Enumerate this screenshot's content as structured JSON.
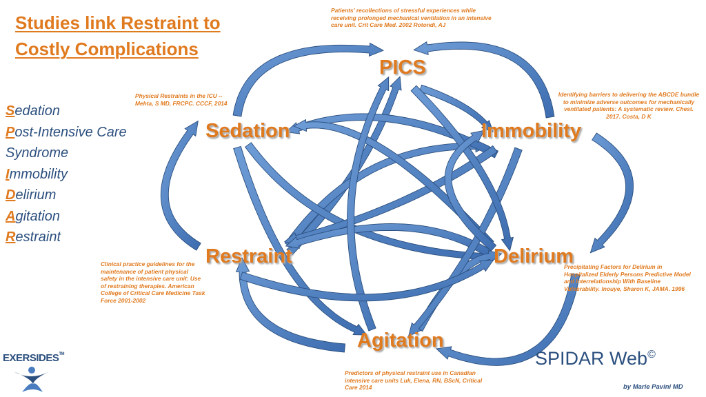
{
  "title": {
    "line1": "Studies link Restraint to",
    "line2": "Costly Complications"
  },
  "acronym": [
    {
      "cap": "S",
      "rest": "edation"
    },
    {
      "cap": "P",
      "rest": "ost-Intensive Care"
    },
    {
      "cap": "",
      "rest": "Syndrome"
    },
    {
      "cap": "I",
      "rest": "mmobility"
    },
    {
      "cap": "D",
      "rest": "elirium"
    },
    {
      "cap": "A",
      "rest": "gitation"
    },
    {
      "cap": "R",
      "rest": "estraint"
    }
  ],
  "nodes": {
    "pics": "PICS",
    "sedation": "Sedation",
    "immobility": "Immobility",
    "restraint": "Restraint",
    "delirium": "Delirium",
    "agitation": "Agitation"
  },
  "references": {
    "pics": "Patients' recollections of stressful experiences while receiving prolonged mechanical ventilation in an intensive care unit. Crit Care Med. 2002 Rotondi, AJ",
    "sedation": "Physical Restraints in the ICU -- Mehta, S MD, FRCPC. CCCF, 2014",
    "immobility": "Identifying barriers to delivering the ABCDE bundle to minimize adverse outcomes for mechanically ventilated patients: A systematic review. Chest. 2017. Costa, D K",
    "restraint": "Clinical practice guidelines for the maintenance of patient physical safety in the intensive care unit: Use of restraining therapies. American College of Critical Care Medicine Task Force 2001-2002",
    "delirium": "Precipitating Factors for Delirium in Hospitalized Elderly Persons Predictive Model and Interrelationship With Baseline Vulnerability. Inouye, Sharon K, JAMA. 1996",
    "agitation": "Predictors of physical restraint use in Canadian intensive care units Luk, Elena, RN, BScN, Critical Care 2014"
  },
  "branding": {
    "logo_text": "EXERSIDES",
    "logo_tm": "TM",
    "spidar": "SPIDAR Web",
    "copyright": "©",
    "author": "by Marie Pavini MD"
  },
  "colors": {
    "accent_orange": "#E07A1F",
    "navy": "#2B4F7E",
    "arrow_fill": "#4A7DC0",
    "arrow_stroke": "#2B4F7E"
  }
}
